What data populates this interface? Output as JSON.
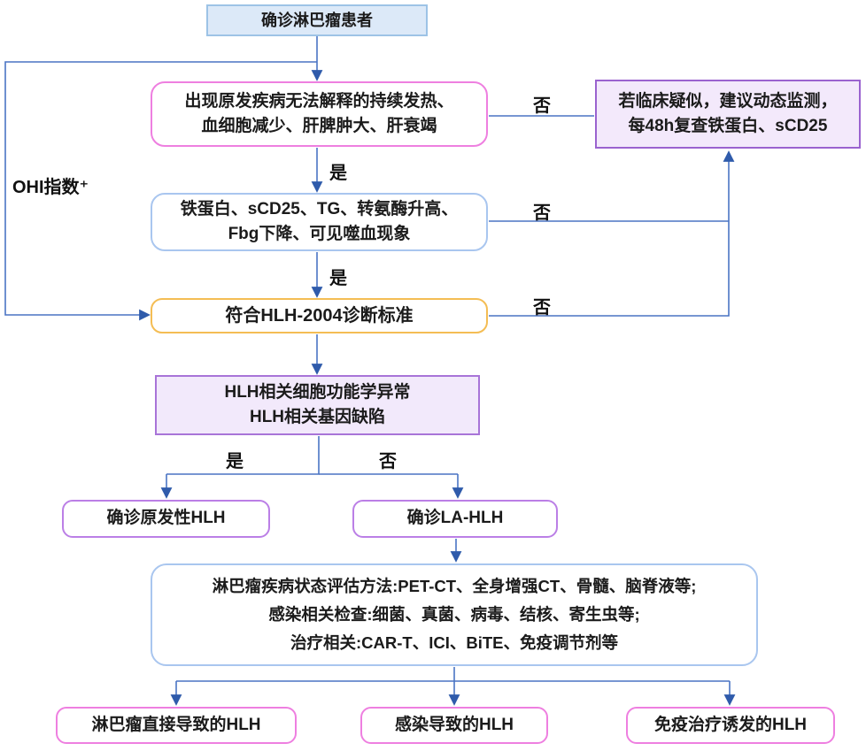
{
  "title": "LA-HLH diagnostic flowchart",
  "colors": {
    "edge_blue": "#4a74c4",
    "arrowhead_blue": "#2f5bab",
    "start_fill": "#dce9f8",
    "start_border": "#9dc3e6",
    "pink_border": "#ee7fe0",
    "purple_border": "#9a63cf",
    "purple_fill": "#f2e9fb",
    "blue_border": "#a9c6ef",
    "orange_border": "#f4bd54",
    "light_purple_border": "#bb7fe6"
  },
  "nodes": {
    "start": {
      "label": "确诊淋巴瘤患者"
    },
    "screen": {
      "line1": "出现原发疾病无法解释的持续发热、",
      "line2": "血细胞减少、肝脾肿大、肝衰竭"
    },
    "monitor": {
      "line1": "若临床疑似，建议动态监测，",
      "line2": "每48h复查铁蛋白、sCD25"
    },
    "lab": {
      "line1": "铁蛋白、sCD25、TG、转氨酶升高、",
      "line2": "Fbg下降、可见噬血现象"
    },
    "criteria": {
      "label": "符合HLH-2004诊断标准"
    },
    "func": {
      "line1": "HLH相关细胞功能学异常",
      "line2": "HLH相关基因缺陷"
    },
    "primary": {
      "label": "确诊原发性HLH"
    },
    "lahlh": {
      "label": "确诊LA-HLH"
    },
    "eval": {
      "line1": "淋巴瘤疾病状态评估方法:PET-CT、全身增强CT、骨髓、脑脊液等;",
      "line2": "感染相关检查:细菌、真菌、病毒、结核、寄生虫等;",
      "line3": "治疗相关:CAR-T、ICI、BiTE、免疫调节剂等"
    },
    "lymphoma_hlh": {
      "label": "淋巴瘤直接导致的HLH"
    },
    "infection_hlh": {
      "label": "感染导致的HLH"
    },
    "immune_hlh": {
      "label": "免疫治疗诱发的HLH"
    }
  },
  "edge_labels": {
    "yes": "是",
    "no": "否",
    "ohi": "OHI指数⁺"
  }
}
